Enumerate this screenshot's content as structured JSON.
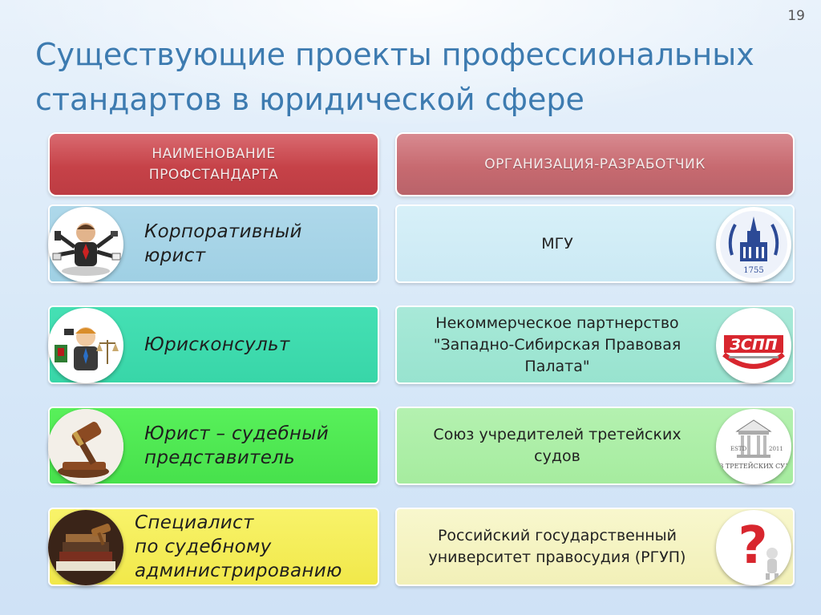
{
  "slide": {
    "number": "19",
    "title_line1": "Существующие проекты профессиональных",
    "title_line2": "стандартов в юридической сфере"
  },
  "headers": {
    "left_line1": "НАИМЕНОВАНИЕ",
    "left_line2": "ПРОФСТАНДАРТА",
    "right": "ОРГАНИЗАЦИЯ-РАЗРАБОТЧИК"
  },
  "rows": [
    {
      "name_line1": "Корпоративный",
      "name_line2": "юрист",
      "org_line1": "МГУ",
      "org_line2": "",
      "org_line3": "",
      "left_icon": "multitasking-businessman-icon",
      "right_logo": "msu-emblem",
      "logo_text": "1755"
    },
    {
      "name_line1": "Юрисконсульт",
      "name_line2": "",
      "org_line1": "Некоммерческое партнерство",
      "org_line2": "\"Западно-Сибирская Правовая",
      "org_line3": "Палата\"",
      "left_icon": "lawyer-with-books-icon",
      "right_logo": "zspp-logo",
      "logo_text": "ЗСПП"
    },
    {
      "name_line1": "Юрист – судебный",
      "name_line2": "представитель",
      "org_line1": "Союз учредителей третейских",
      "org_line2": "судов",
      "org_line3": "",
      "left_icon": "judge-gavel-icon",
      "right_logo": "arbitration-union-emblem",
      "logo_text_1": "ESTD",
      "logo_text_2": "2011",
      "logo_text_3": "ЮЗ ТРЕТЕЙСКИХ СУДО"
    },
    {
      "name_line1": "Специалист",
      "name_line2": "по судебному",
      "name_line3": "администрированию",
      "org_line1": "Российский государственный",
      "org_line2": "университет правосудия (РГУП)",
      "org_line3": "",
      "left_icon": "law-books-gavel-icon",
      "right_logo": "question-mark-figure-icon"
    }
  ],
  "colors": {
    "title": "#3d7bb0",
    "header_left": "#c64248",
    "header_right": "#c76a70",
    "row1": "#9fd0e4",
    "row2": "#38d6a8",
    "row3": "#47e14c",
    "row4": "#f1e84a",
    "zspp_red": "#d8262e",
    "msu_blue": "#2c4a96"
  }
}
